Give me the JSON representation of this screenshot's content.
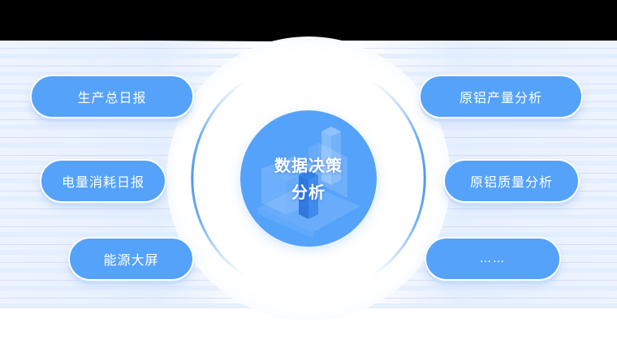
{
  "diagram": {
    "center": {
      "line1": "数据决策",
      "line2": "分析"
    },
    "left_items": [
      {
        "label": "生产总日报"
      },
      {
        "label": "电量消耗日报"
      },
      {
        "label": "能源大屏"
      }
    ],
    "right_items": [
      {
        "label": "原铝产量分析"
      },
      {
        "label": "原铝质量分析"
      },
      {
        "label": "……"
      }
    ],
    "colors": {
      "pill": "#55a2fa",
      "center": "#55a2fa",
      "arc": "#5aa0f5",
      "text": "#ffffff"
    }
  }
}
